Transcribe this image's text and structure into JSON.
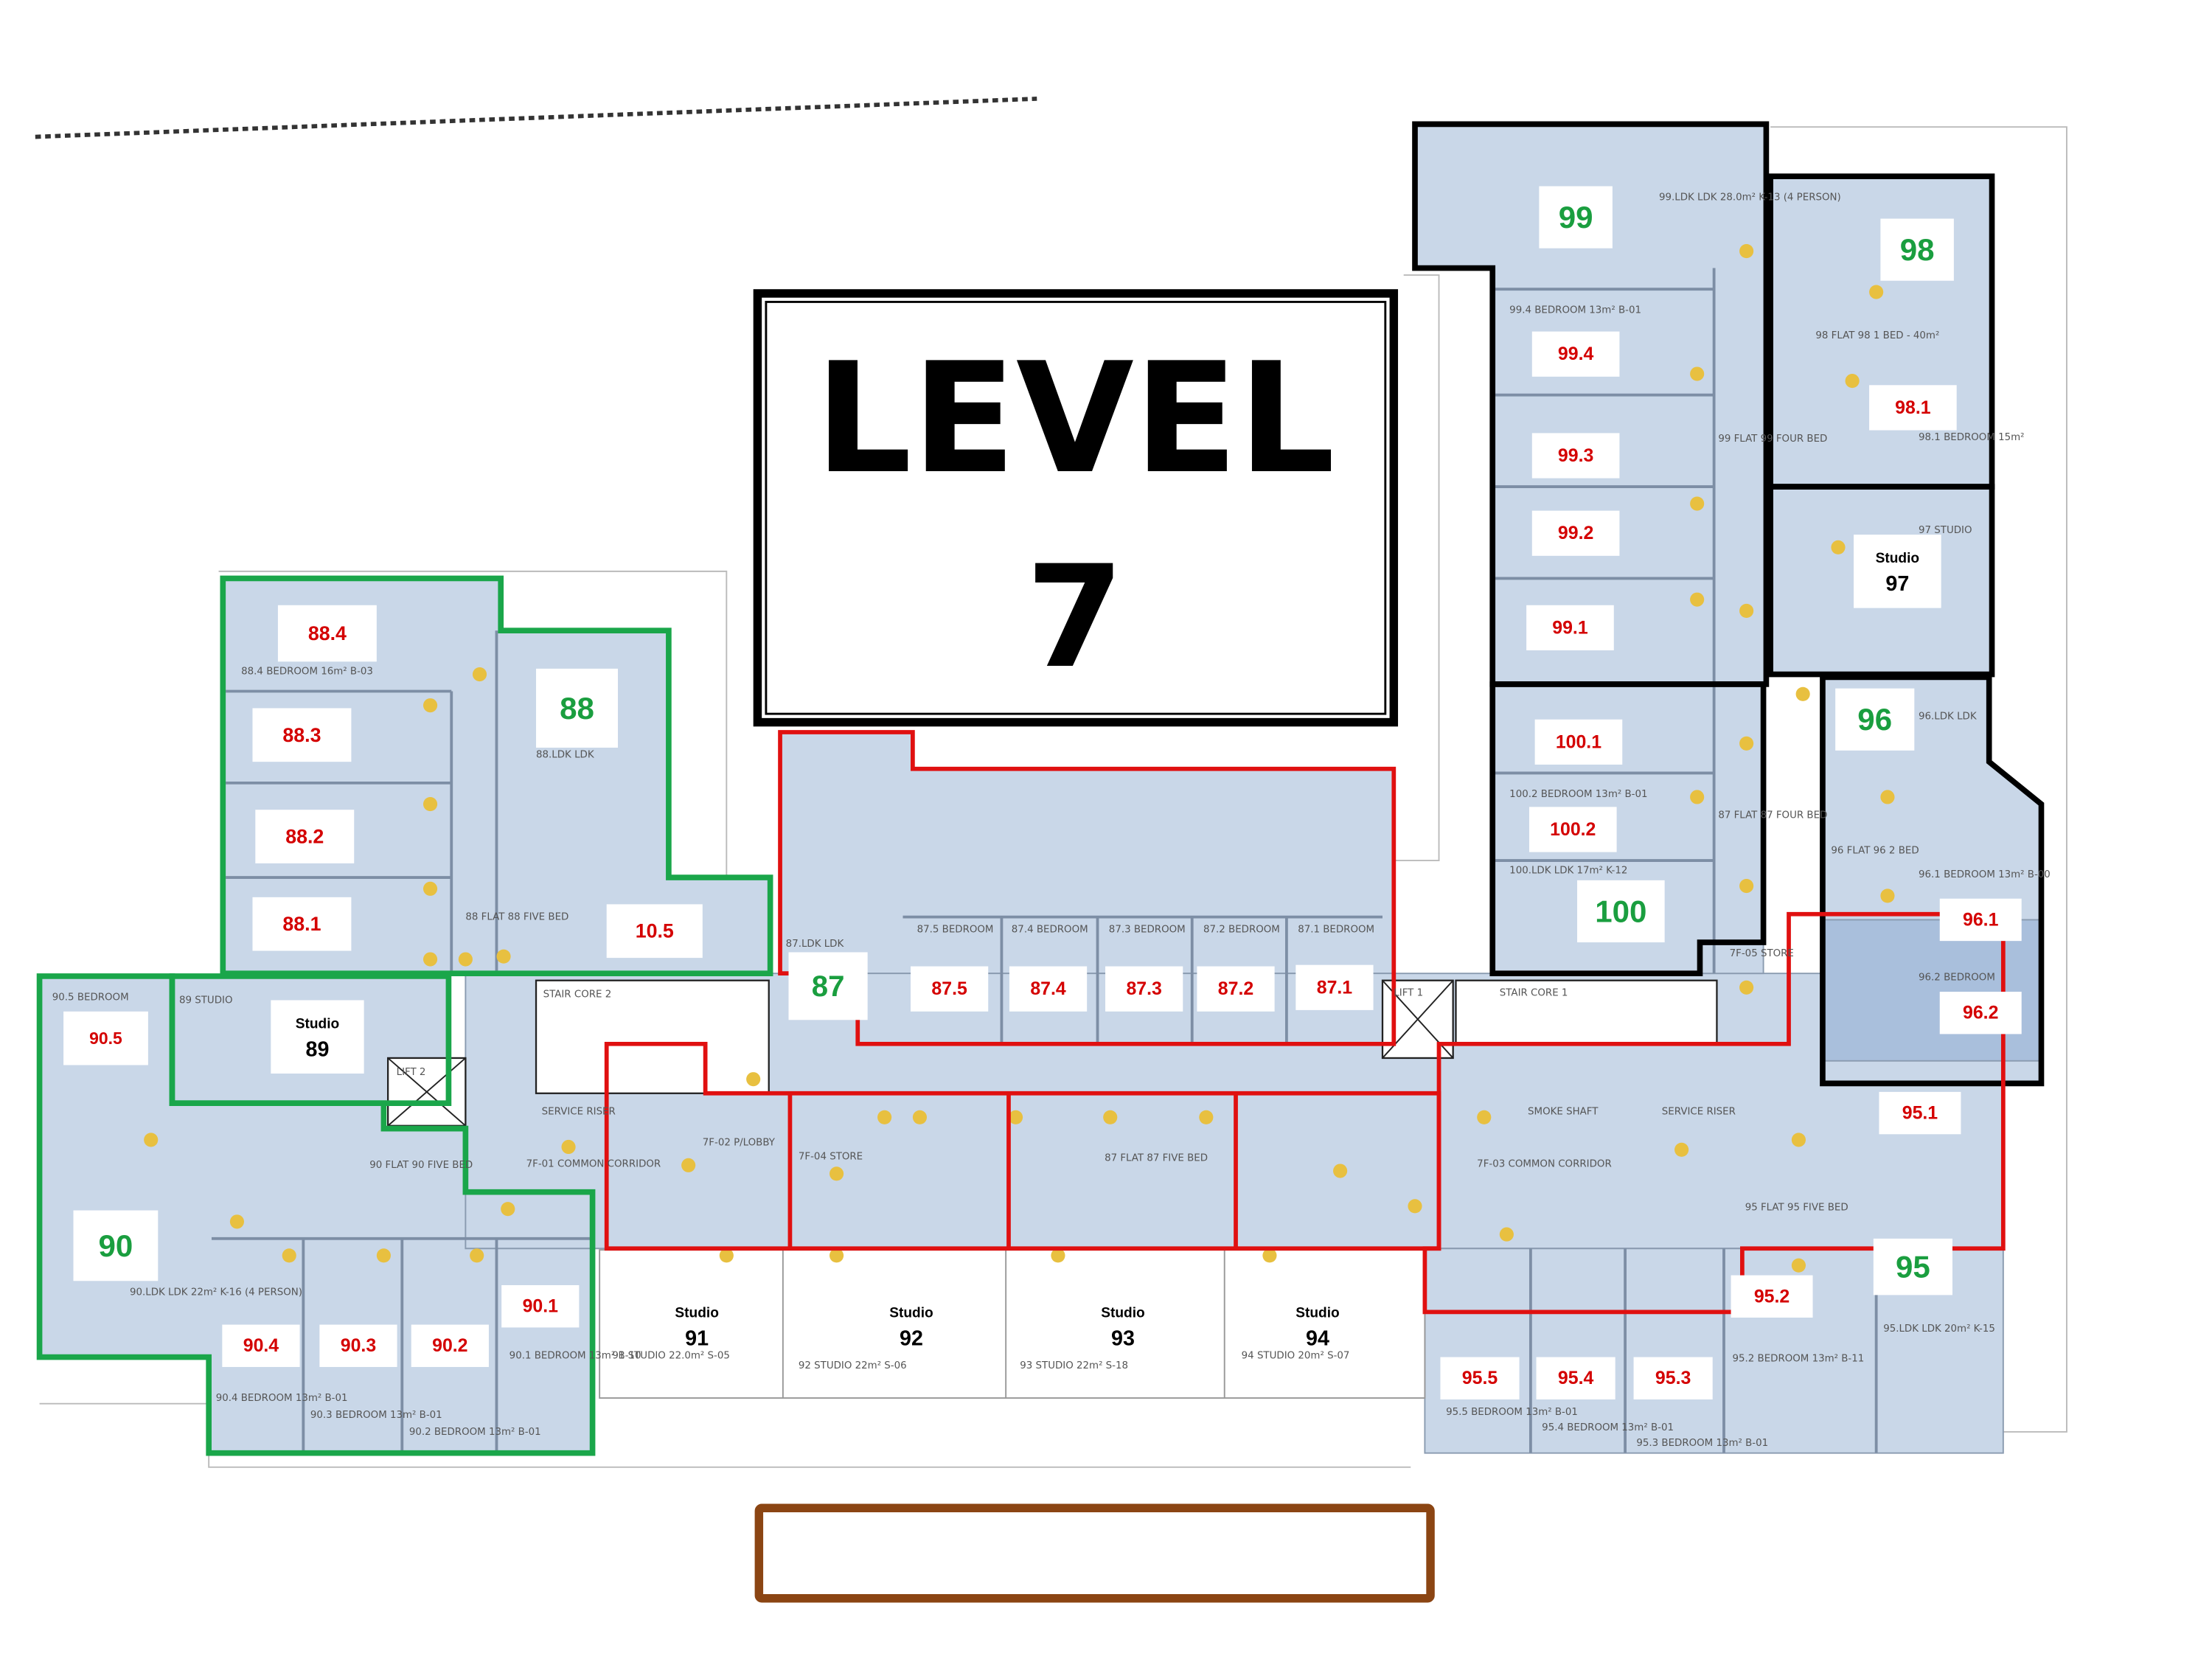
{
  "level_sign": {
    "line1": "LEVEL",
    "line2": "7"
  },
  "colors": {
    "unit_red": "#d40000",
    "unit_green": "#1a9e3f",
    "outline_green": "#1aa64a",
    "outline_red": "#e01010",
    "outline_black": "#000000",
    "room_fill": "#c9d7e8",
    "brown_box": "#8b4513",
    "door_marker": "#e8c040"
  },
  "labels": [
    {
      "text": "88.4",
      "tone": "red"
    },
    {
      "text": "88.3",
      "tone": "red"
    },
    {
      "text": "88.2",
      "tone": "red"
    },
    {
      "text": "88.1",
      "tone": "red"
    },
    {
      "text": "88",
      "tone": "green"
    },
    {
      "text": "10.5",
      "tone": "red"
    },
    {
      "text": "90.5",
      "tone": "red"
    },
    {
      "text": "90",
      "tone": "green"
    },
    {
      "text": "90.4",
      "tone": "red"
    },
    {
      "text": "90.3",
      "tone": "red"
    },
    {
      "text": "90.2",
      "tone": "red"
    },
    {
      "text": "90.1",
      "tone": "red"
    },
    {
      "text": "87",
      "tone": "green"
    },
    {
      "text": "87.5",
      "tone": "red"
    },
    {
      "text": "87.4",
      "tone": "red"
    },
    {
      "text": "87.3",
      "tone": "red"
    },
    {
      "text": "87.2",
      "tone": "red"
    },
    {
      "text": "87.1",
      "tone": "red"
    },
    {
      "text": "99",
      "tone": "green"
    },
    {
      "text": "99.4",
      "tone": "red"
    },
    {
      "text": "99.3",
      "tone": "red"
    },
    {
      "text": "99.2",
      "tone": "red"
    },
    {
      "text": "99.1",
      "tone": "red"
    },
    {
      "text": "98",
      "tone": "green"
    },
    {
      "text": "98.1",
      "tone": "red"
    },
    {
      "text": "100.1",
      "tone": "red"
    },
    {
      "text": "100.2",
      "tone": "red"
    },
    {
      "text": "100",
      "tone": "green"
    },
    {
      "text": "96",
      "tone": "green"
    },
    {
      "text": "96.1",
      "tone": "red"
    },
    {
      "text": "96.2",
      "tone": "red"
    },
    {
      "text": "95.1",
      "tone": "red"
    },
    {
      "text": "95",
      "tone": "green"
    },
    {
      "text": "95.2",
      "tone": "red"
    },
    {
      "text": "95.5",
      "tone": "red"
    },
    {
      "text": "95.4",
      "tone": "red"
    },
    {
      "text": "95.3",
      "tone": "red"
    }
  ],
  "studios": [
    {
      "caption": "Studio",
      "number": "89"
    },
    {
      "caption": "Studio",
      "number": "97"
    },
    {
      "caption": "Studio",
      "number": "91"
    },
    {
      "caption": "Studio",
      "number": "92"
    },
    {
      "caption": "Studio",
      "number": "93"
    },
    {
      "caption": "Studio",
      "number": "94"
    }
  ],
  "annotations": [
    "88.4 BEDROOM 16m² B-03",
    "88.LDK LDK",
    "88 FLAT 88 FIVE BED",
    "90.5 BEDROOM",
    "89 STUDIO",
    "90 FLAT 90 FIVE BED",
    "90.LDK LDK 22m² K-16 (4 PERSON)",
    "90.4 BEDROOM 13m² B-01",
    "90.3 BEDROOM 13m² B-01",
    "90.2 BEDROOM 13m² B-01",
    "90.1 BEDROOM 13m² B-10",
    "87.LDK LDK",
    "87.5 BEDROOM",
    "87.4 BEDROOM",
    "87.3 BEDROOM",
    "87.2 BEDROOM",
    "87.1 BEDROOM",
    "87 FLAT 87 FIVE BED",
    "STAIR CORE 2",
    "LIFT 2",
    "SERVICE RISER",
    "7F-01 COMMON CORRIDOR",
    "7F-02 P/LOBBY",
    "7F-04 STORE",
    "91 STUDIO 22.0m² S-05",
    "92 STUDIO 22m² S-06",
    "93 STUDIO 22m² S-18",
    "94 STUDIO 20m² S-07",
    "99.LDK LDK 28.0m² K-13 (4 PERSON)",
    "99.4 BEDROOM 13m² B-01",
    "99 FLAT 99 FOUR BED",
    "98 FLAT 98 1 BED - 40m²",
    "98.1 BEDROOM 15m²",
    "97 STUDIO",
    "100.2 BEDROOM 13m² B-01",
    "100.LDK LDK 17m² K-12",
    "87 FLAT 87 FOUR BED",
    "96.LDK LDK",
    "96 FLAT 96 2 BED",
    "96.1 BEDROOM 13m² B-00",
    "96.2 BEDROOM",
    "LIFT 1",
    "STAIR CORE 1",
    "7F-05 STORE",
    "SMOKE SHAFT",
    "SERVICE RISER",
    "7F-03 COMMON CORRIDOR",
    "95 FLAT 95 FIVE BED",
    "95.2 BEDROOM 13m² B-11",
    "95.LDK LDK 20m² K-15",
    "95.5 BEDROOM 13m² B-01",
    "95.4 BEDROOM 13m² B-01",
    "95.3 BEDROOM 13m² B-01"
  ]
}
